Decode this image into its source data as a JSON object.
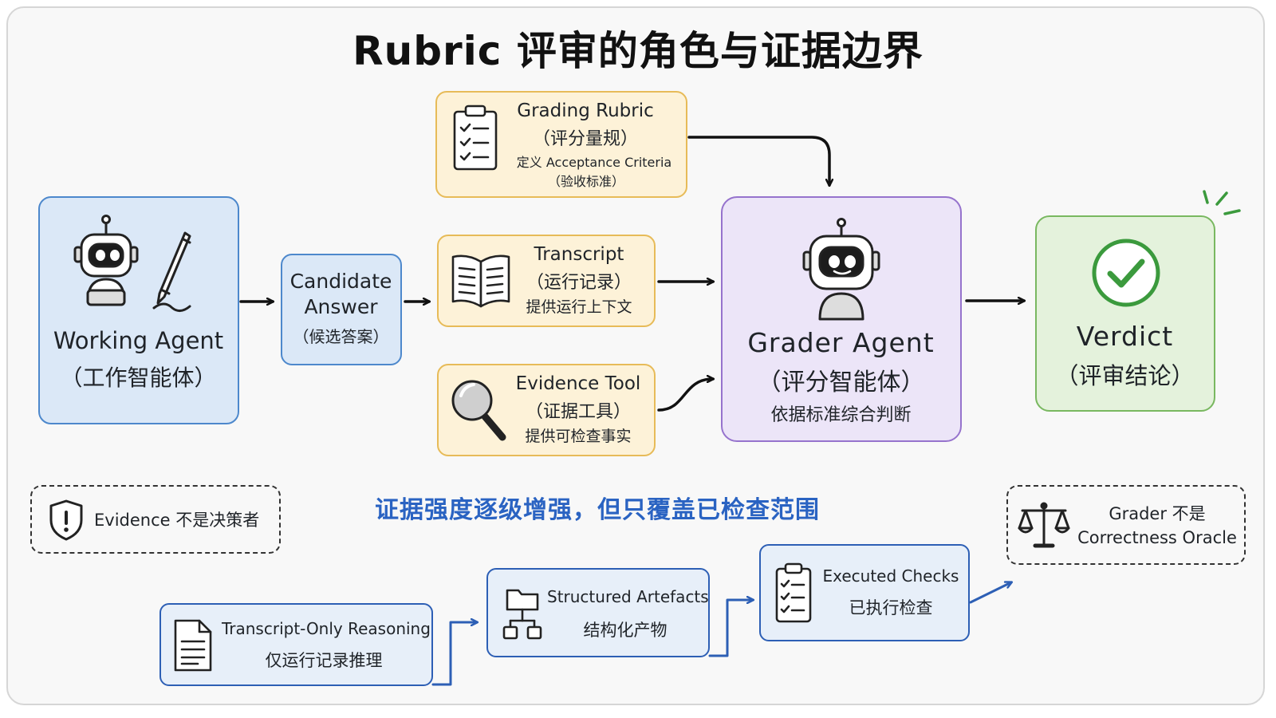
{
  "title": "Rubric 评审的角色与证据边界",
  "working_agent": {
    "name": "Working Agent",
    "cn": "（工作智能体）"
  },
  "candidate_answer": {
    "line1": "Candidate",
    "line2": "Answer",
    "cn": "（候选答案）"
  },
  "grading_rubric": {
    "name": "Grading Rubric",
    "cn": "（评分量规）",
    "desc": "定义 Acceptance Criteria",
    "desc_cn": "（验收标准）"
  },
  "transcript": {
    "name": "Transcript",
    "cn": "（运行记录）",
    "desc": "提供运行上下文"
  },
  "evidence_tool": {
    "name": "Evidence Tool",
    "cn": "（证据工具）",
    "desc": "提供可检查事实"
  },
  "grader_agent": {
    "name": "Grader Agent",
    "cn": "（评分智能体）",
    "desc": "依据标准综合判断"
  },
  "verdict": {
    "name": "Verdict",
    "cn": "（评审结论）"
  },
  "note_evidence": "Evidence 不是决策者",
  "subtitle": "证据强度逐级增强，但只覆盖已检查范围",
  "note_grader": {
    "line1": "Grader 不是",
    "line2": "Correctness Oracle"
  },
  "levels": [
    {
      "name": "Transcript-Only Reasoning",
      "cn": "仅运行记录推理"
    },
    {
      "name": "Structured Artefacts",
      "cn": "结构化产物"
    },
    {
      "name": "Executed Checks",
      "cn": "已执行检查"
    }
  ]
}
